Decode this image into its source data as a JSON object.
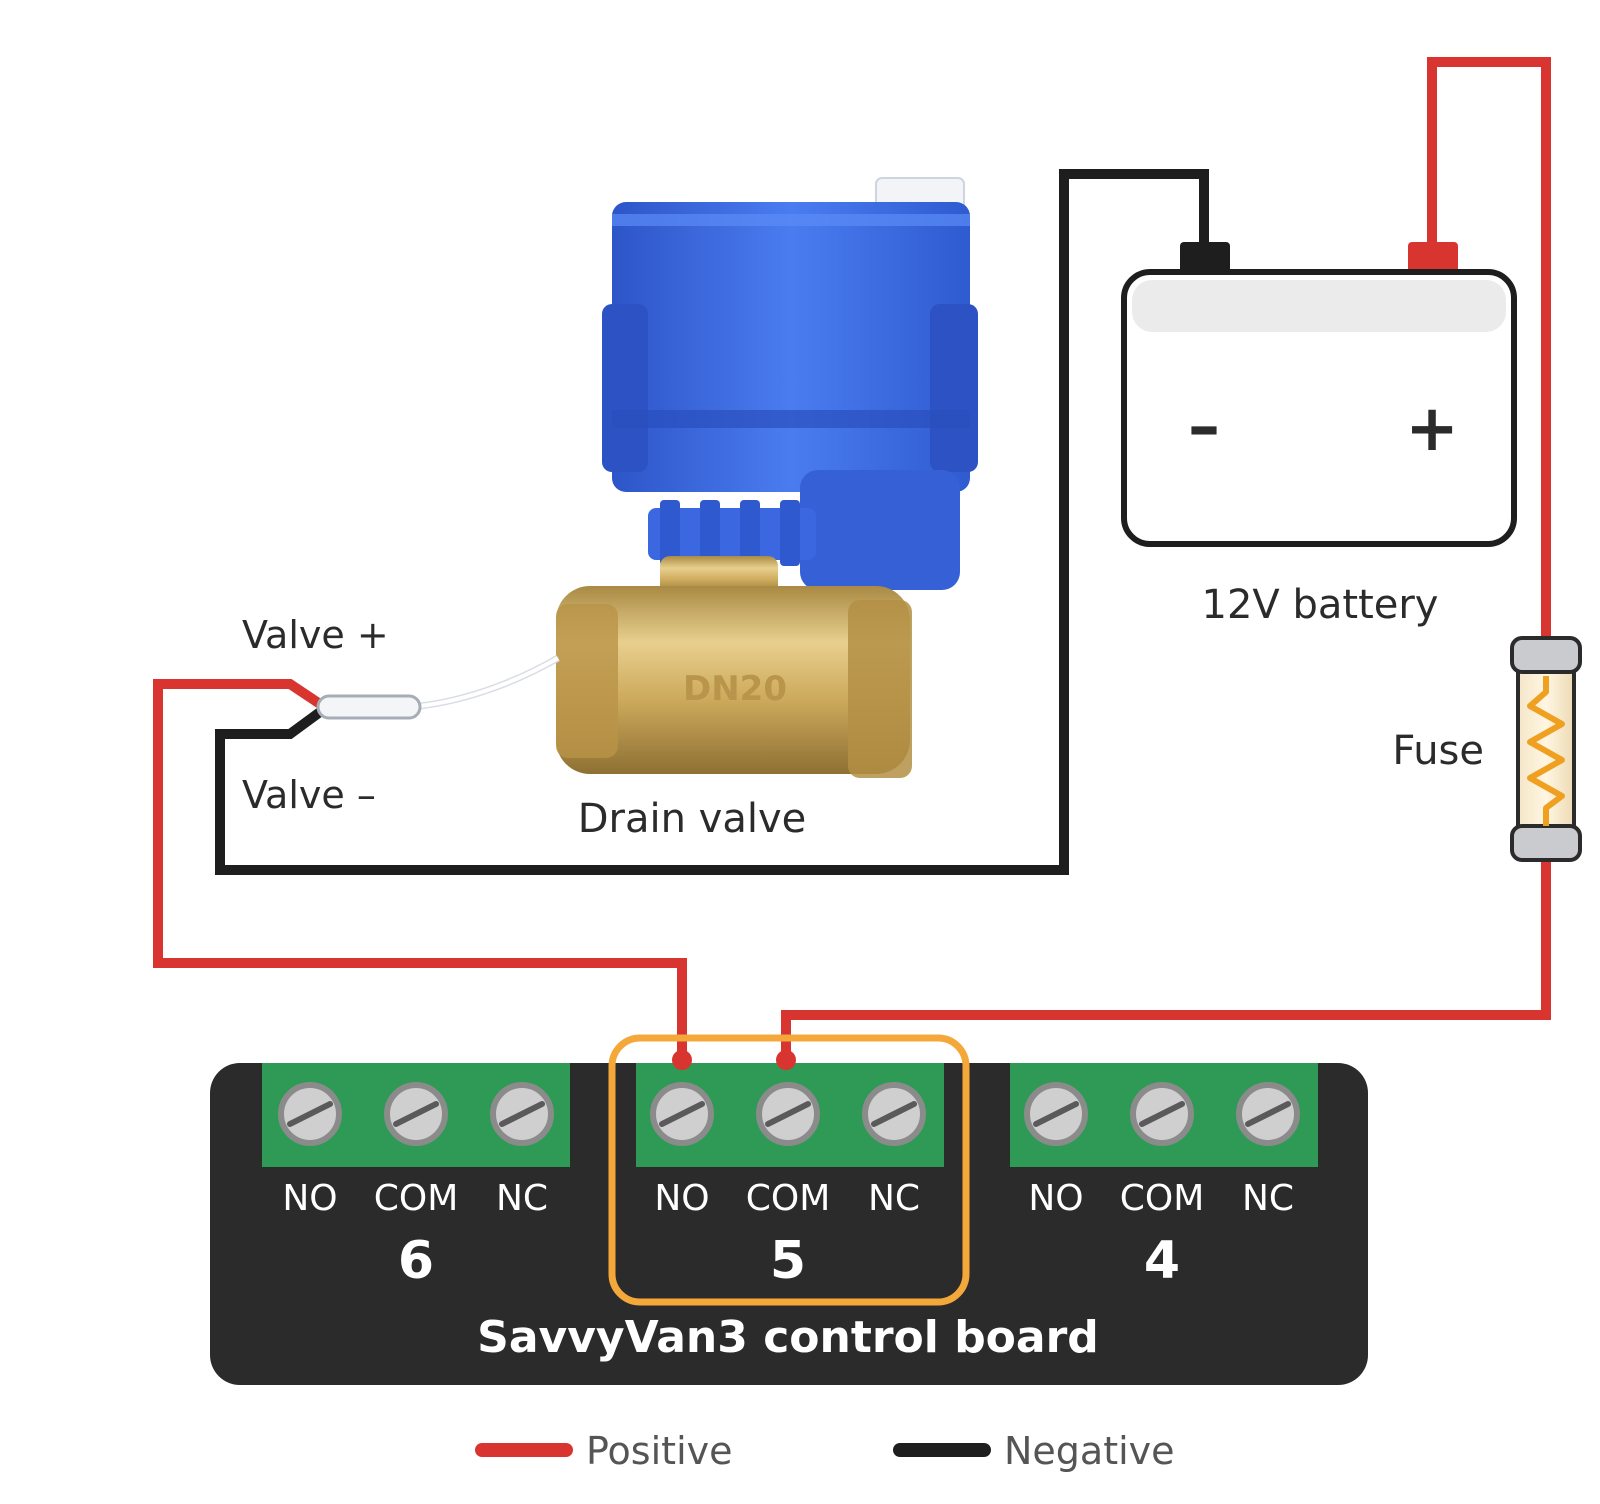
{
  "labels": {
    "valve_plus": "Valve +",
    "valve_minus": "Valve –",
    "drain_valve": "Drain valve",
    "battery": "12V battery",
    "fuse": "Fuse",
    "board": "SavvyVan3 control board",
    "valve_stamp": "DN20"
  },
  "battery": {
    "minus_symbol": "–",
    "plus_symbol": "+"
  },
  "relays": [
    {
      "number": "6",
      "terminals": [
        "NO",
        "COM",
        "NC"
      ],
      "highlighted": false
    },
    {
      "number": "5",
      "terminals": [
        "NO",
        "COM",
        "NC"
      ],
      "highlighted": true
    },
    {
      "number": "4",
      "terminals": [
        "NO",
        "COM",
        "NC"
      ],
      "highlighted": false
    }
  ],
  "legend": [
    {
      "label": "Positive",
      "color": "#d93530"
    },
    {
      "label": "Negative",
      "color": "#1e1e1e"
    }
  ],
  "colors": {
    "positive_wire": "#d93530",
    "negative_wire": "#1e1e1e",
    "board": "#2b2b2b",
    "terminal_block": "#2e9a56",
    "highlight": "#f5a83a",
    "valve_blue": "#3f6fe0",
    "brass": "#c9a75a"
  }
}
